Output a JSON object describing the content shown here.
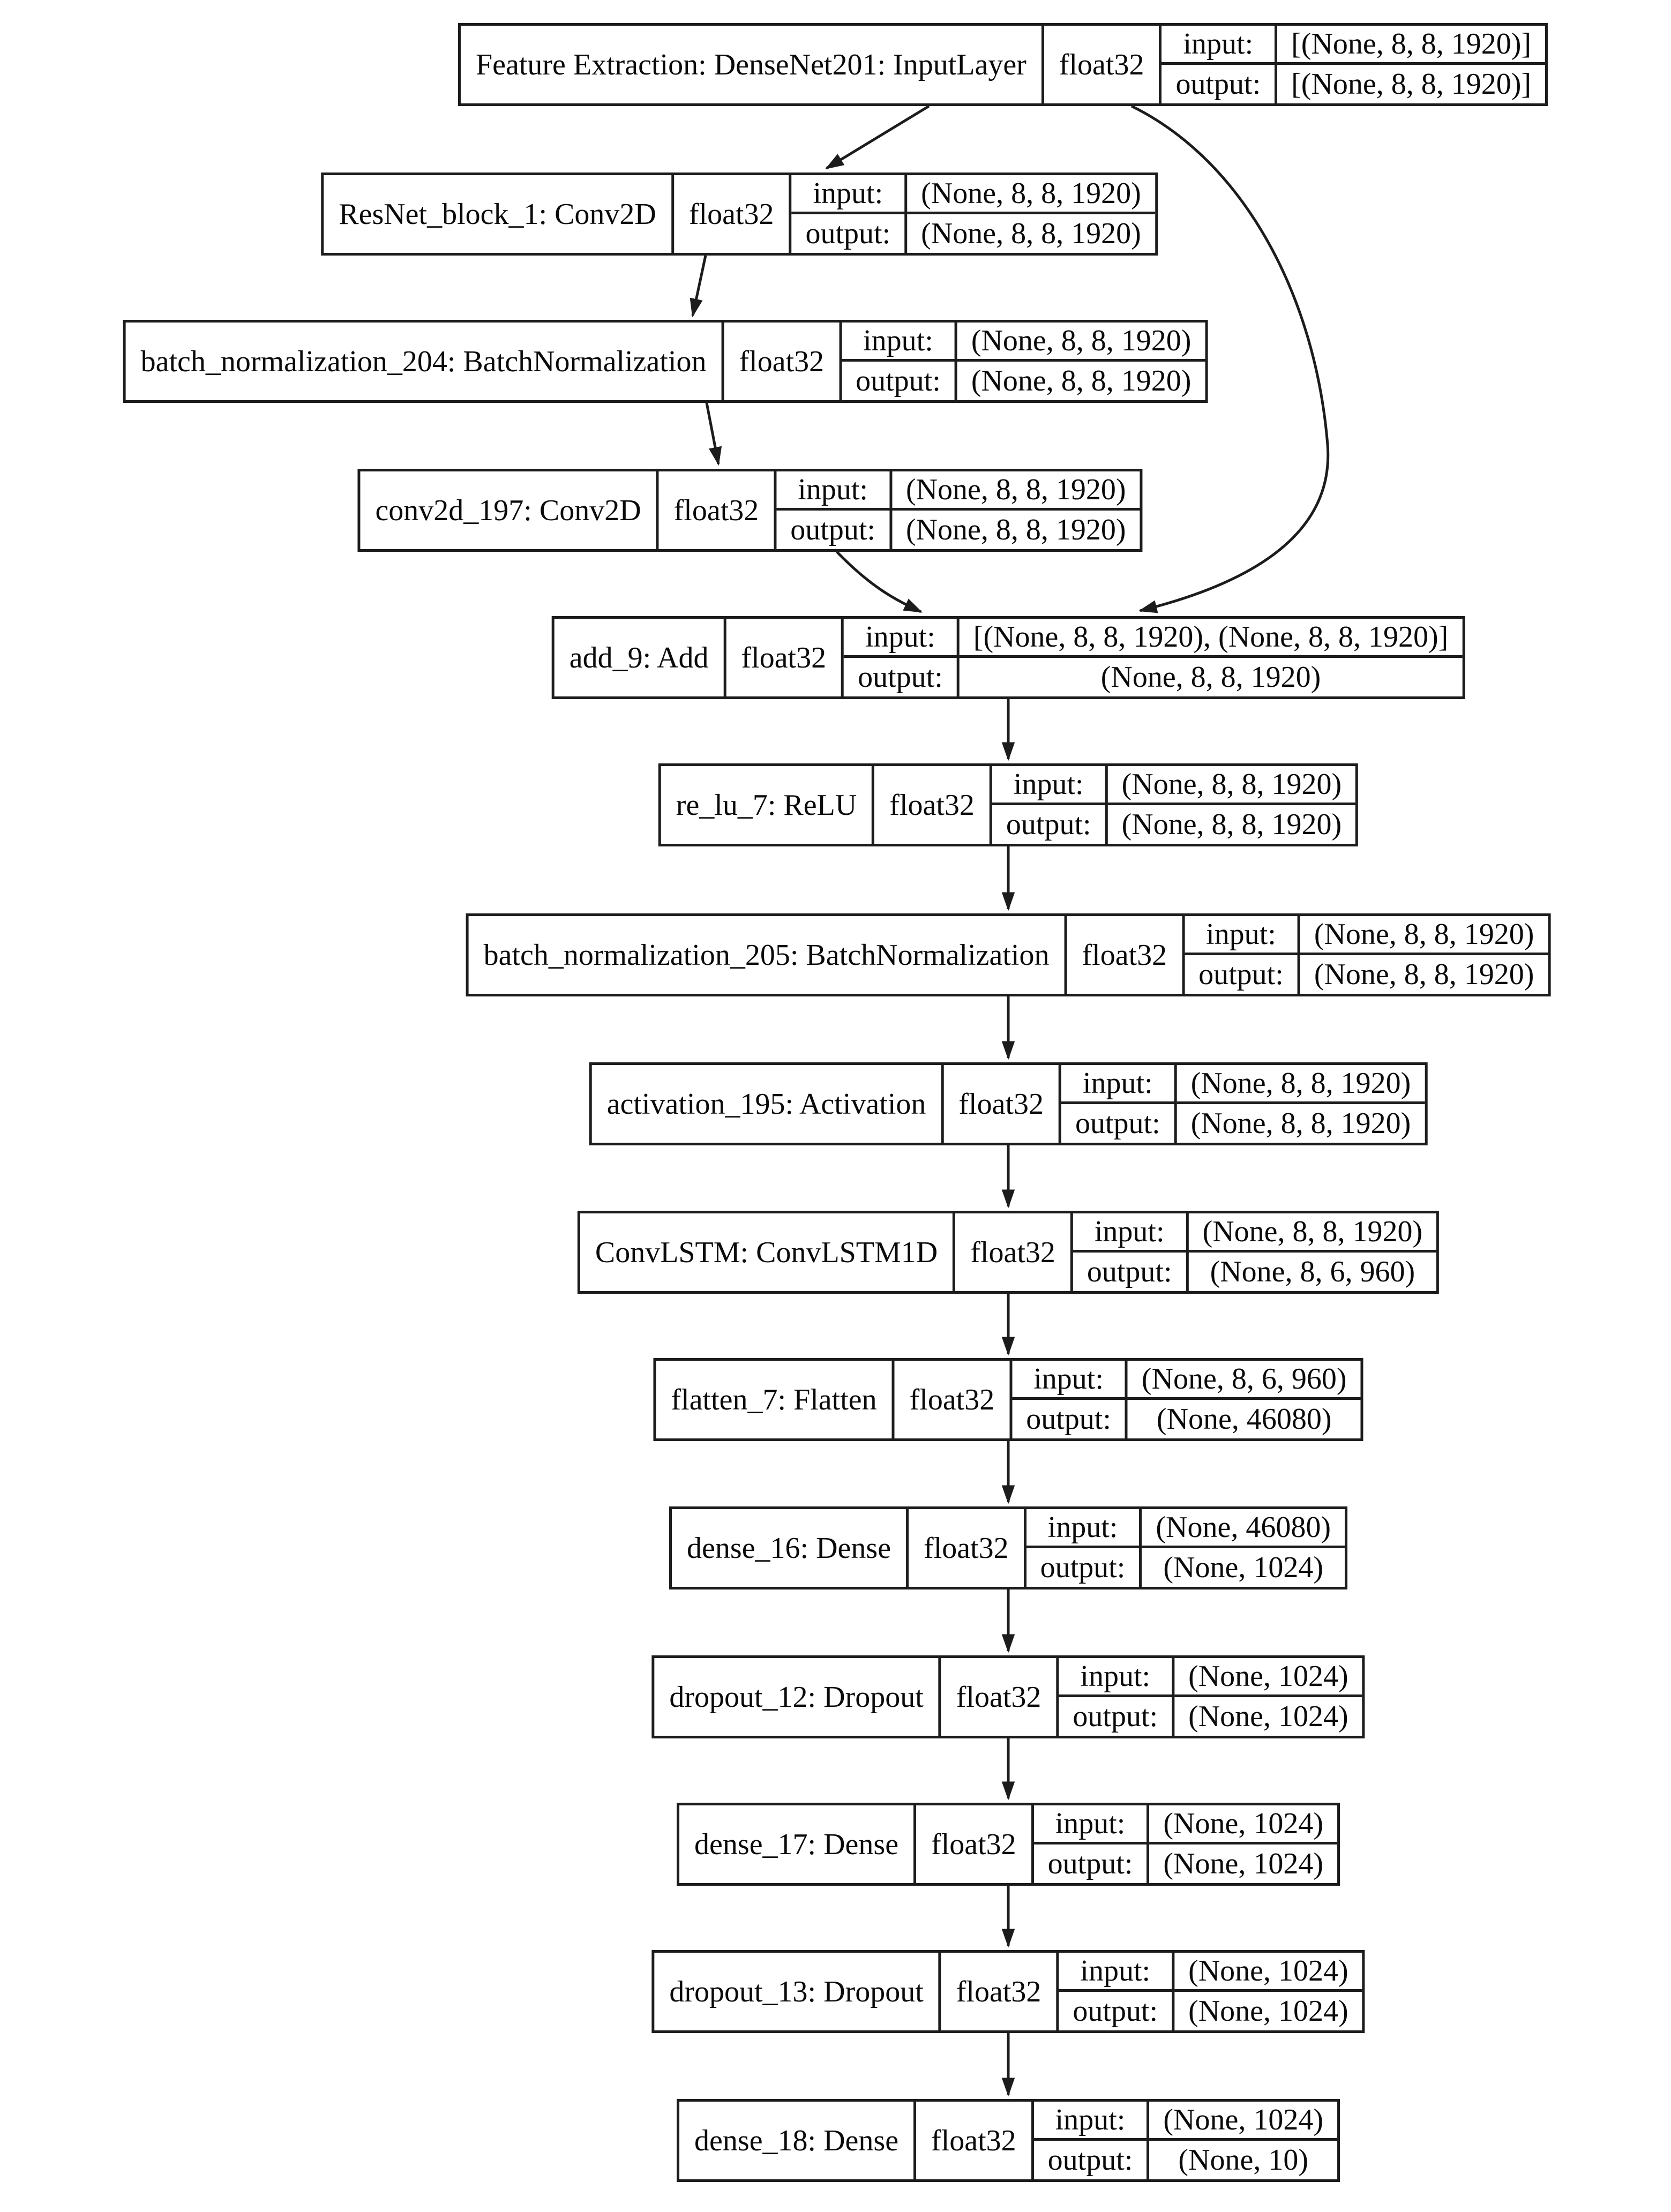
{
  "diagram": {
    "kind": "keras-model-architecture-graph",
    "colors": {
      "background": "#ffffff",
      "node_fill": "#ffffff",
      "border": "#1c1c1c",
      "text": "#0a0a0a",
      "edge": "#1c1c1c"
    },
    "nodes": [
      {
        "name": "Feature Extraction: DenseNet201: InputLayer",
        "dtype": "float32",
        "input_label": "input:",
        "output_label": "output:",
        "input_shape": "[(None, 8, 8, 1920)]",
        "output_shape": "[(None, 8, 8, 1920)]"
      },
      {
        "name": "ResNet_block_1: Conv2D",
        "dtype": "float32",
        "input_label": "input:",
        "output_label": "output:",
        "input_shape": "(None, 8, 8, 1920)",
        "output_shape": "(None, 8, 8, 1920)"
      },
      {
        "name": "batch_normalization_204: BatchNormalization",
        "dtype": "float32",
        "input_label": "input:",
        "output_label": "output:",
        "input_shape": "(None, 8, 8, 1920)",
        "output_shape": "(None, 8, 8, 1920)"
      },
      {
        "name": "conv2d_197: Conv2D",
        "dtype": "float32",
        "input_label": "input:",
        "output_label": "output:",
        "input_shape": "(None, 8, 8, 1920)",
        "output_shape": "(None, 8, 8, 1920)"
      },
      {
        "name": "add_9: Add",
        "dtype": "float32",
        "input_label": "input:",
        "output_label": "output:",
        "input_shape": "[(None, 8, 8, 1920), (None, 8, 8, 1920)]",
        "output_shape": "(None, 8, 8, 1920)"
      },
      {
        "name": "re_lu_7: ReLU",
        "dtype": "float32",
        "input_label": "input:",
        "output_label": "output:",
        "input_shape": "(None, 8, 8, 1920)",
        "output_shape": "(None, 8, 8, 1920)"
      },
      {
        "name": "batch_normalization_205: BatchNormalization",
        "dtype": "float32",
        "input_label": "input:",
        "output_label": "output:",
        "input_shape": "(None, 8, 8, 1920)",
        "output_shape": "(None, 8, 8, 1920)"
      },
      {
        "name": "activation_195: Activation",
        "dtype": "float32",
        "input_label": "input:",
        "output_label": "output:",
        "input_shape": "(None, 8, 8, 1920)",
        "output_shape": "(None, 8, 8, 1920)"
      },
      {
        "name": "ConvLSTM: ConvLSTM1D",
        "dtype": "float32",
        "input_label": "input:",
        "output_label": "output:",
        "input_shape": "(None, 8, 8, 1920)",
        "output_shape": "(None, 8, 6, 960)"
      },
      {
        "name": "flatten_7: Flatten",
        "dtype": "float32",
        "input_label": "input:",
        "output_label": "output:",
        "input_shape": "(None, 8, 6, 960)",
        "output_shape": "(None, 46080)"
      },
      {
        "name": "dense_16: Dense",
        "dtype": "float32",
        "input_label": "input:",
        "output_label": "output:",
        "input_shape": "(None, 46080)",
        "output_shape": "(None, 1024)"
      },
      {
        "name": "dropout_12: Dropout",
        "dtype": "float32",
        "input_label": "input:",
        "output_label": "output:",
        "input_shape": "(None, 1024)",
        "output_shape": "(None, 1024)"
      },
      {
        "name": "dense_17: Dense",
        "dtype": "float32",
        "input_label": "input:",
        "output_label": "output:",
        "input_shape": "(None, 1024)",
        "output_shape": "(None, 1024)"
      },
      {
        "name": "dropout_13: Dropout",
        "dtype": "float32",
        "input_label": "input:",
        "output_label": "output:",
        "input_shape": "(None, 1024)",
        "output_shape": "(None, 1024)"
      },
      {
        "name": "dense_18: Dense",
        "dtype": "float32",
        "input_label": "input:",
        "output_label": "output:",
        "input_shape": "(None, 1024)",
        "output_shape": "(None, 10)"
      }
    ],
    "edges": [
      {
        "from": "Feature Extraction: DenseNet201: InputLayer",
        "to": "ResNet_block_1: Conv2D"
      },
      {
        "from": "Feature Extraction: DenseNet201: InputLayer",
        "to": "add_9: Add"
      },
      {
        "from": "ResNet_block_1: Conv2D",
        "to": "batch_normalization_204: BatchNormalization"
      },
      {
        "from": "batch_normalization_204: BatchNormalization",
        "to": "conv2d_197: Conv2D"
      },
      {
        "from": "conv2d_197: Conv2D",
        "to": "add_9: Add"
      },
      {
        "from": "add_9: Add",
        "to": "re_lu_7: ReLU"
      },
      {
        "from": "re_lu_7: ReLU",
        "to": "batch_normalization_205: BatchNormalization"
      },
      {
        "from": "batch_normalization_205: BatchNormalization",
        "to": "activation_195: Activation"
      },
      {
        "from": "activation_195: Activation",
        "to": "ConvLSTM: ConvLSTM1D"
      },
      {
        "from": "ConvLSTM: ConvLSTM1D",
        "to": "flatten_7: Flatten"
      },
      {
        "from": "flatten_7: Flatten",
        "to": "dense_16: Dense"
      },
      {
        "from": "dense_16: Dense",
        "to": "dropout_12: Dropout"
      },
      {
        "from": "dropout_12: Dropout",
        "to": "dense_17: Dense"
      },
      {
        "from": "dense_17: Dense",
        "to": "dropout_13: Dropout"
      },
      {
        "from": "dropout_13: Dropout",
        "to": "dense_18: Dense"
      }
    ]
  }
}
